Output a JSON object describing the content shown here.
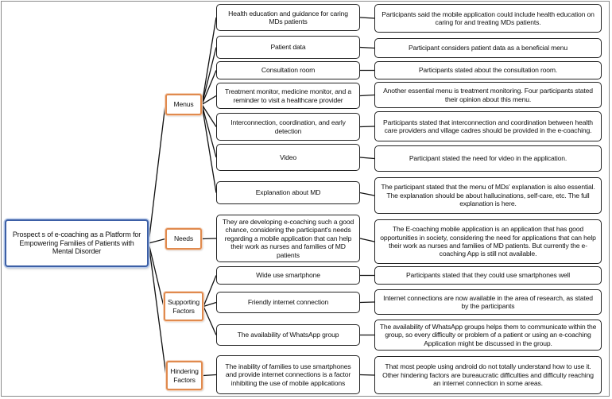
{
  "root": {
    "label": "Prospect s of e-coaching as a Platform for Empowering Families of Patients with Mental Disorder"
  },
  "categories": [
    {
      "id": "menus",
      "label": "Menus"
    },
    {
      "id": "needs",
      "label": "Needs"
    },
    {
      "id": "supporting",
      "label": "Supporting Factors"
    },
    {
      "id": "hindering",
      "label": "Hindering Factors"
    }
  ],
  "items": [
    {
      "id": "health-education",
      "category": "menus",
      "topic": "Health education and guidance for caring MDs patients",
      "description": "Participants said the mobile application could include health education on caring for and treating MDs patients."
    },
    {
      "id": "patient-data",
      "category": "menus",
      "topic": "Patient data",
      "description": "Participant considers patient data as a beneficial menu"
    },
    {
      "id": "consultation-room",
      "category": "menus",
      "topic": "Consultation room",
      "description": "Participants stated about the consultation room."
    },
    {
      "id": "treatment-monitor",
      "category": "menus",
      "topic": "Treatment monitor, medicine monitor, and a reminder to visit a healthcare provider",
      "description": "Another essential menu is treatment monitoring. Four participants stated their opinion about this menu."
    },
    {
      "id": "interconnection",
      "category": "menus",
      "topic": "Interconnection, coordination, and early detection",
      "description": "Participants stated that interconnection and coordination between health care providers and village cadres should be provided in the e-coaching."
    },
    {
      "id": "video",
      "category": "menus",
      "topic": "Video",
      "description": "Participant stated the need for video in the application."
    },
    {
      "id": "explanation-md",
      "category": "menus",
      "topic": "Explanation about MD",
      "description": "The participant stated that the menu of MDs' explanation is also essential. The explanation should be about hallucinations, self-care, etc. The full explanation is here."
    },
    {
      "id": "developing-ecoaching",
      "category": "needs",
      "topic": "They are developing e-coaching such a good chance, considering the participant's needs regarding a mobile application that can help their work as nurses and families of MD patients",
      "description": "The E-coaching mobile application is an application that has good opportunities in society, considering the need for applications that can help their work as nurses and families of MD patients. But currently the e-coaching App is still not available."
    },
    {
      "id": "wide-use-smartphone",
      "category": "supporting",
      "topic": "Wide use smartphone",
      "description": "Participants stated that they could use smartphones well"
    },
    {
      "id": "friendly-internet",
      "category": "supporting",
      "topic": "Friendly internet connection",
      "description": "Internet connections are now available in the area of research, as stated by the participants"
    },
    {
      "id": "whatsapp-group",
      "category": "supporting",
      "topic": "The availability of WhatsApp group",
      "description": "The availability of WhatsApp groups helps them to communicate within the group, so every difficulty or problem of a patient or using an e-coaching Application might be discussed in the group."
    },
    {
      "id": "inability-families",
      "category": "hindering",
      "topic": "The inability of families to use smartphones and provide internet connections is a factor inhibiting the use of mobile applications",
      "description": "That most people using android do not totally understand how to use it. Other hindering factors are bureaucratic difficulties and difficulty reaching an internet connection in some areas."
    }
  ]
}
